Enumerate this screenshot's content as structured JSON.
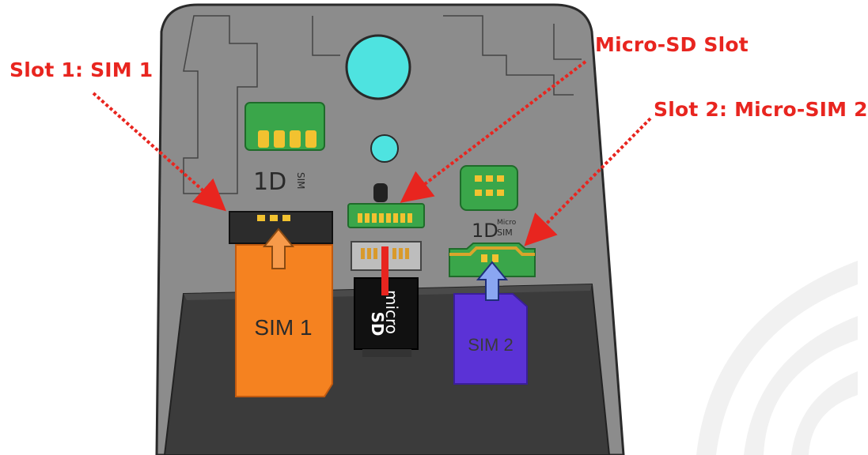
{
  "callouts": {
    "slot1": "Slot 1: SIM 1",
    "microsd": "Micro-SD Slot",
    "slot2": "Slot 2: Micro-SIM 2"
  },
  "cards": {
    "sim1": "SIM 1",
    "sim2": "SIM 2",
    "microsd_logo": "micro",
    "microsd_mark": "SD"
  },
  "slot_marks": {
    "sim_mark": "SIM",
    "micro_top": "Micro",
    "micro_bottom": "SIM"
  },
  "colors": {
    "callout_red": "#e8251f",
    "sim1_orange": "#f58220",
    "sim2_purple": "#5b32d6",
    "microsd_black": "#111111",
    "contact_green": "#3aa64a",
    "contact_gold": "#f2c230",
    "lens_cyan": "#3fe0e0",
    "body_gray": "#8a8a8a",
    "tray_dark": "#3a3a3a"
  }
}
